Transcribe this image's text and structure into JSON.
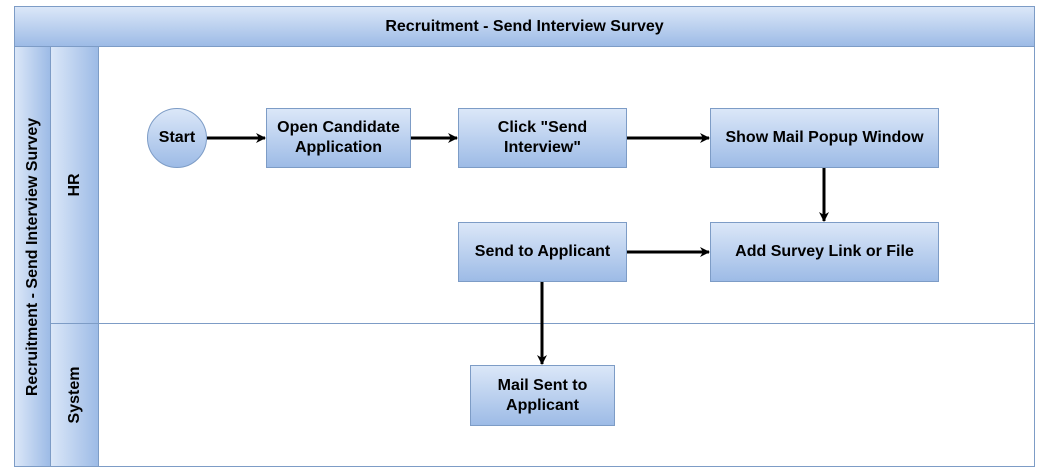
{
  "pool": {
    "title": "Recruitment - Send Interview Survey",
    "side_label": "Recruitment - Send Interview Survey"
  },
  "lanes": {
    "hr": "HR",
    "system": "System"
  },
  "nodes": {
    "start": "Start",
    "open_candidate": "Open Candidate Application",
    "click_send": "Click \"Send Interview\"",
    "show_mail_popup": "Show Mail Popup Window",
    "send_to_applicant": "Send to Applicant",
    "add_survey": "Add Survey Link or File",
    "mail_sent": "Mail Sent to Applicant"
  },
  "colors": {
    "fill_top": "#dbe7f8",
    "fill_bottom": "#9dbbe6",
    "border": "#7d9cc6",
    "edge": "#000000"
  }
}
